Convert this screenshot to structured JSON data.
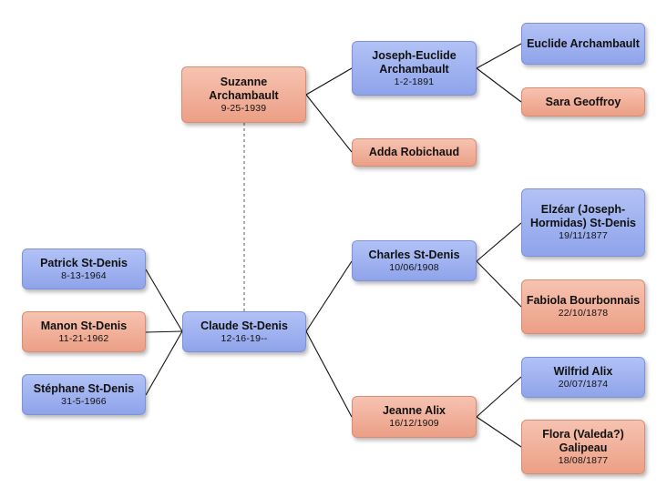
{
  "people": {
    "suzanne": {
      "name": "Suzanne Archambault",
      "date": "9-25-1939",
      "sex": "female"
    },
    "joseph_euclide": {
      "name": "Joseph-Euclide Archambault",
      "date": "1-2-1891",
      "sex": "male"
    },
    "euclide": {
      "name": "Euclide Archambault",
      "date": "",
      "sex": "male"
    },
    "sara": {
      "name": "Sara Geoffroy",
      "date": "",
      "sex": "female"
    },
    "adda": {
      "name": "Adda Robichaud",
      "date": "",
      "sex": "female"
    },
    "patrick": {
      "name": "Patrick St-Denis",
      "date": "8-13-1964",
      "sex": "male"
    },
    "manon": {
      "name": "Manon St-Denis",
      "date": "11-21-1962",
      "sex": "female"
    },
    "stephane": {
      "name": "Stéphane St-Denis",
      "date": "31-5-1966",
      "sex": "male"
    },
    "claude": {
      "name": "Claude St-Denis",
      "date": "12-16-19--",
      "sex": "male"
    },
    "charles": {
      "name": "Charles St-Denis",
      "date": "10/06/1908",
      "sex": "male"
    },
    "jeanne": {
      "name": "Jeanne Alix",
      "date": "16/12/1909",
      "sex": "female"
    },
    "elzear": {
      "name": "Elzéar (Joseph-Hormidas) St-Denis",
      "date": "19/11/1877",
      "sex": "male"
    },
    "fabiola": {
      "name": "Fabiola Bourbonnais",
      "date": "22/10/1878",
      "sex": "female"
    },
    "wilfrid": {
      "name": "Wilfrid Alix",
      "date": "20/07/1874",
      "sex": "male"
    },
    "flora": {
      "name": "Flora (Valeda?) Galipeau",
      "date": "18/08/1877",
      "sex": "female"
    }
  },
  "relations": [
    {
      "from": "suzanne",
      "to": "joseph_euclide",
      "kind": "parent"
    },
    {
      "from": "suzanne",
      "to": "adda",
      "kind": "parent"
    },
    {
      "from": "joseph_euclide",
      "to": "euclide",
      "kind": "parent"
    },
    {
      "from": "joseph_euclide",
      "to": "sara",
      "kind": "parent"
    },
    {
      "from": "claude",
      "to": "charles",
      "kind": "parent"
    },
    {
      "from": "claude",
      "to": "jeanne",
      "kind": "parent"
    },
    {
      "from": "charles",
      "to": "elzear",
      "kind": "parent"
    },
    {
      "from": "charles",
      "to": "fabiola",
      "kind": "parent"
    },
    {
      "from": "jeanne",
      "to": "wilfrid",
      "kind": "parent"
    },
    {
      "from": "jeanne",
      "to": "flora",
      "kind": "parent"
    },
    {
      "from": "patrick",
      "to": "claude",
      "kind": "child-of"
    },
    {
      "from": "manon",
      "to": "claude",
      "kind": "child-of"
    },
    {
      "from": "stephane",
      "to": "claude",
      "kind": "child-of"
    },
    {
      "from": "suzanne",
      "to": "claude",
      "kind": "spouse"
    }
  ],
  "colors": {
    "male": "#9fb2f0",
    "female": "#f0ad95",
    "line": "#111111",
    "spouse_line": "#777777"
  }
}
